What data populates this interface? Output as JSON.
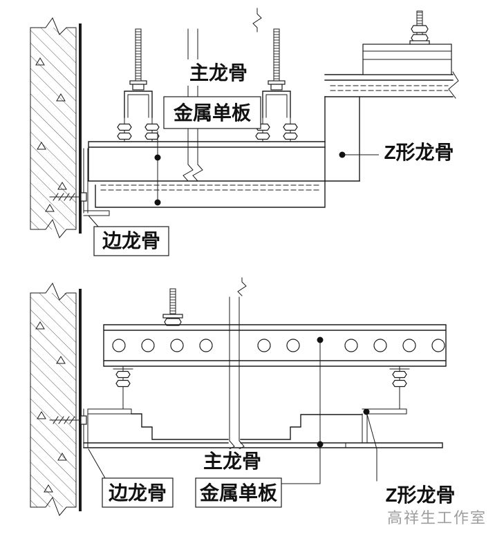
{
  "top_detail": {
    "labels": {
      "main_keel": "主龙骨",
      "metal_panel": "金属单板",
      "z_keel": "Z形龙骨",
      "edge_keel": "边龙骨"
    }
  },
  "bottom_detail": {
    "labels": {
      "main_keel": "主龙骨",
      "metal_panel": "金属单板",
      "z_keel": "Z形龙骨",
      "edge_keel": "边龙骨"
    }
  },
  "watermark": "高祥生工作室",
  "colors": {
    "line": "#1a1a1a",
    "watermark": "#9e9e9e",
    "background": "#ffffff"
  }
}
